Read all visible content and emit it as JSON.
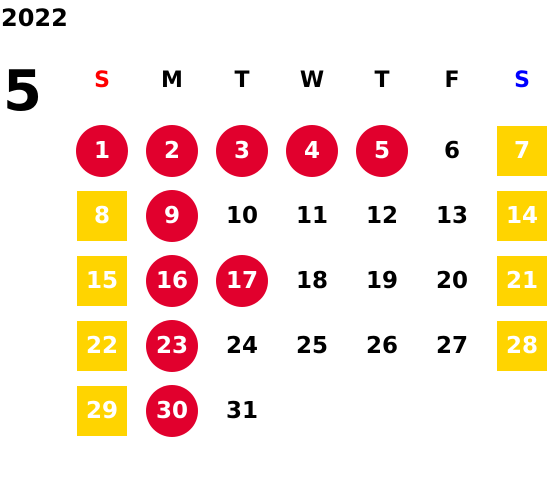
{
  "year": "2022",
  "month": "5",
  "colors": {
    "circle": "#e1002d",
    "box": "#ffd400"
  },
  "weekdays": [
    {
      "label": "S",
      "color": "#ff0000"
    },
    {
      "label": "M",
      "color": "#000000"
    },
    {
      "label": "T",
      "color": "#000000"
    },
    {
      "label": "W",
      "color": "#000000"
    },
    {
      "label": "T",
      "color": "#000000"
    },
    {
      "label": "F",
      "color": "#000000"
    },
    {
      "label": "S",
      "color": "#0000ff"
    }
  ],
  "days": [
    {
      "day": "1",
      "circled": true
    },
    {
      "day": "2",
      "circled": true
    },
    {
      "day": "3",
      "circled": true
    },
    {
      "day": "4",
      "circled": true
    },
    {
      "day": "5",
      "circled": true
    },
    {
      "day": "6"
    },
    {
      "day": "7",
      "boxed": true
    },
    {
      "day": "8",
      "boxed": true
    },
    {
      "day": "9",
      "circled": true
    },
    {
      "day": "10"
    },
    {
      "day": "11"
    },
    {
      "day": "12"
    },
    {
      "day": "13"
    },
    {
      "day": "14",
      "boxed": true
    },
    {
      "day": "15",
      "boxed": true
    },
    {
      "day": "16",
      "circled": true
    },
    {
      "day": "17",
      "circled": true
    },
    {
      "day": "18"
    },
    {
      "day": "19"
    },
    {
      "day": "20"
    },
    {
      "day": "21",
      "boxed": true
    },
    {
      "day": "22",
      "boxed": true
    },
    {
      "day": "23",
      "circled": true
    },
    {
      "day": "24"
    },
    {
      "day": "25"
    },
    {
      "day": "26"
    },
    {
      "day": "27"
    },
    {
      "day": "28",
      "boxed": true
    },
    {
      "day": "29",
      "boxed": true
    },
    {
      "day": "30",
      "circled": true
    },
    {
      "day": "31"
    }
  ]
}
